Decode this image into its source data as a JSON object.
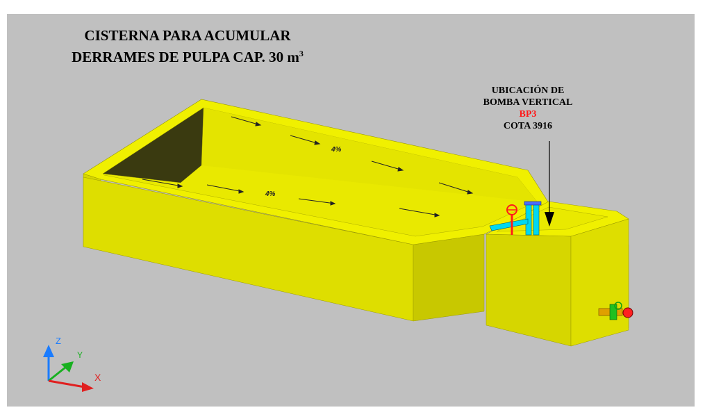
{
  "title": {
    "line1": "CISTERNA PARA ACUMULAR",
    "line2": "DERRAMES DE PULPA CAP. 30 m",
    "superscript": "3"
  },
  "pump_label": {
    "line1": "UBICACIÓN DE",
    "line2": "BOMBA VERTICAL",
    "line3": "BP3",
    "line4": "COTA 3916"
  },
  "slope_labels": [
    "4%",
    "4%"
  ],
  "axes": {
    "x": "X",
    "y": "Y",
    "z": "Z"
  },
  "colors": {
    "background": "#c0c0c0",
    "wall_top": "#f0f000",
    "wall_face": "#d6d600",
    "wall_dark": "#b8b800",
    "interior_shadow": "#3a3a10",
    "pump_accent": "#ff1a1a",
    "pump_frame": "#00e5ff"
  }
}
